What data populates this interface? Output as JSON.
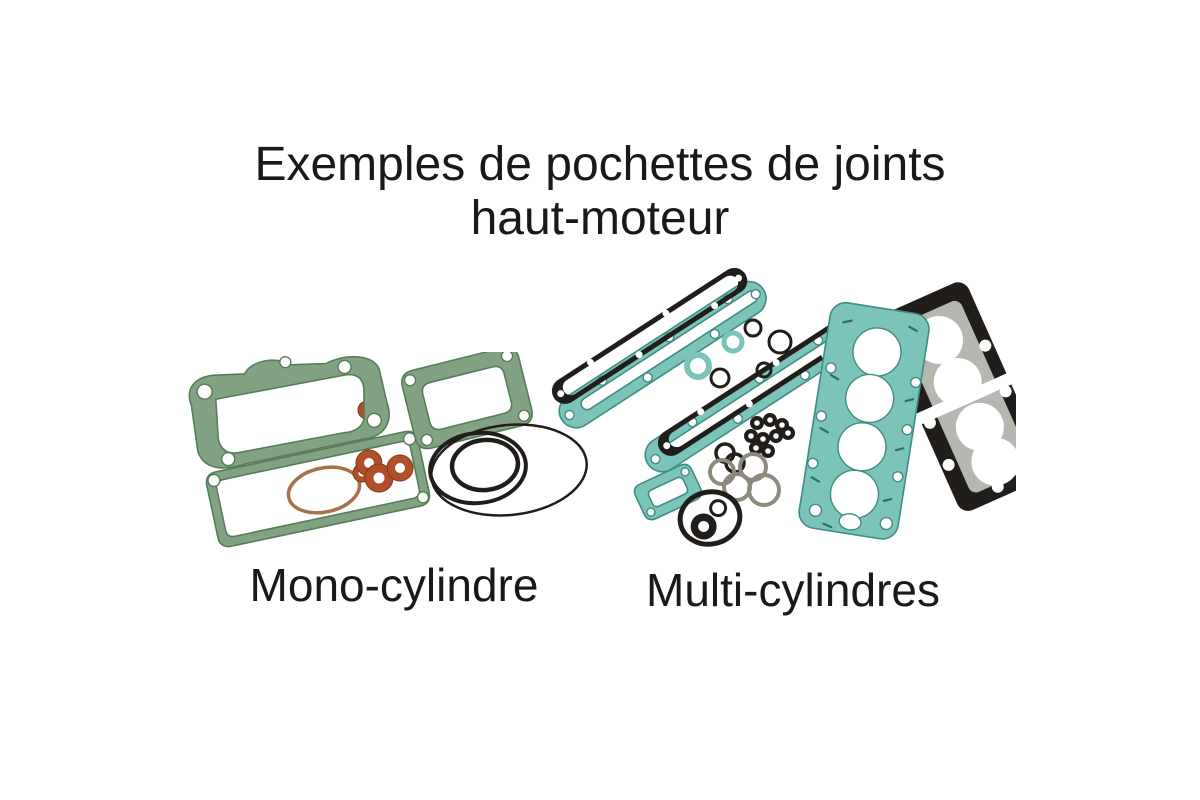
{
  "page": {
    "background": "#ffffff"
  },
  "title": {
    "line1": "Exemples de pochettes de joints",
    "line2": "haut-moteur"
  },
  "captions": {
    "mono": "Mono-cylindre",
    "multi": "Multi-cylindres"
  },
  "colors": {
    "text": "#191919",
    "gasket_green": "#82a383",
    "gasket_green_edge": "#567d58",
    "gasket_teal": "#7cc3ba",
    "gasket_teal_edge": "#3f8d84",
    "teal_print": "#2c6e67",
    "copper_washer": "#b04f2a",
    "copper_washer_edge": "#84371a",
    "copper_ring": "#a9714b",
    "rubber_black": "#211d1a",
    "metal_gray": "#b4b8b0",
    "ring_gray": "#8d897c"
  }
}
